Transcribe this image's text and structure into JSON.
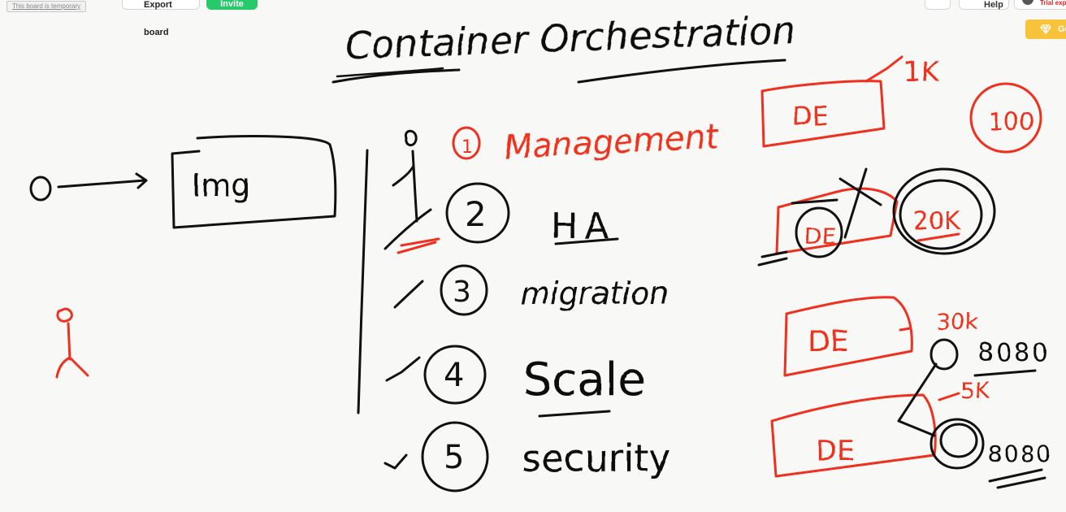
{
  "toolbar": {
    "board_note": "This board is temporary",
    "export_label": "Export board",
    "invite_label": "Invite",
    "help_label": "Help",
    "trial_text": "Trial expir",
    "upgrade_label": "Go"
  },
  "colors": {
    "ink_black": "#111111",
    "ink_red": "#f0301e",
    "invite_green": "#27c96a",
    "upgrade_yellow": "#f8c23a"
  },
  "whiteboard": {
    "title": "Container Orchestration",
    "left_box": "Img",
    "list": [
      {
        "num": "1",
        "text": "Management"
      },
      {
        "num": "2",
        "text": "HA"
      },
      {
        "num": "3",
        "text": "migration"
      },
      {
        "num": "4",
        "text": "Scale"
      },
      {
        "num": "5",
        "text": "security"
      }
    ],
    "de_label": "DE",
    "counts": {
      "c1k": "1K",
      "c100": "100",
      "c20k": "20K",
      "c30k": "30k",
      "c5k": "5K"
    },
    "ports": {
      "p1": "8080",
      "p2": "8080"
    }
  }
}
